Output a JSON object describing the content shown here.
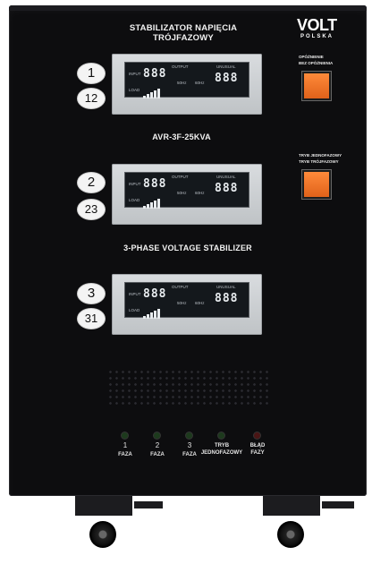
{
  "brand": {
    "logo": "VOLT",
    "sub": "POLSKA"
  },
  "header": {
    "line1": "STABILIZATOR NAPIĘCIA",
    "line2": "TRÓJFAZOWY"
  },
  "model": "AVR-3F-25KVA",
  "subtitle": "3-PHASE VOLTAGE STABILIZER",
  "phases": [
    {
      "number": "1",
      "callout": "12"
    },
    {
      "number": "2",
      "callout": "23"
    },
    {
      "number": "3",
      "callout": "31"
    }
  ],
  "lcd": {
    "input": "INPUT",
    "output": "OUTPUT",
    "load": "LOAD",
    "digits": "888",
    "hz1": "50Hz",
    "hz2": "60Hz",
    "unusual": "UNUSUAL"
  },
  "switch1": {
    "label_a": "OPÓŹNIENIE",
    "label_b": "BEZ OPÓŹNIENIA"
  },
  "switch2": {
    "label_a": "TRYB JEDNOFAZOWY",
    "label_b": "TRYB TRÓJFAZOWY"
  },
  "indicators": [
    {
      "num": "1",
      "label": "FAZA"
    },
    {
      "num": "2",
      "label": "FAZA"
    },
    {
      "num": "3",
      "label": "FAZA"
    },
    {
      "num": "TRYB",
      "label": "JEDNOFAZOWY"
    },
    {
      "num": "BŁĄD",
      "label": "FAZY"
    }
  ],
  "colors": {
    "cabinet": "#0d0d0f",
    "button": "#e0621a",
    "panel": "#c9ccd0"
  }
}
